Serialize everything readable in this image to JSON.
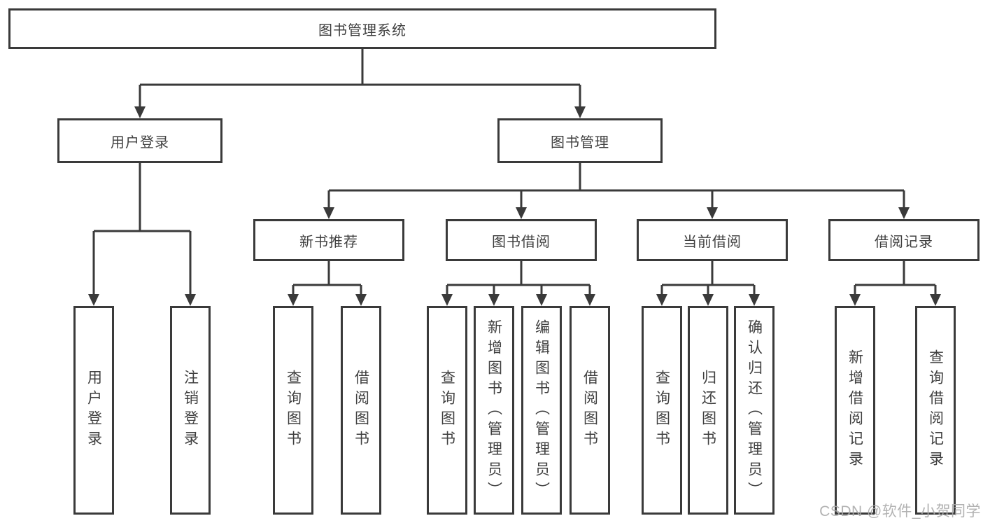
{
  "colors": {
    "background": "#ffffff",
    "line": "#3a3a3a",
    "box_border": "#3a3a3a",
    "text": "#3f3f3f",
    "watermark": "#aaaaaa"
  },
  "tree": {
    "root": {
      "label": "图书管理系统"
    },
    "branches": [
      {
        "label": "用户登录",
        "children": [
          {
            "label": "用户登录"
          },
          {
            "label": "注销登录"
          }
        ]
      },
      {
        "label": "图书管理",
        "groups": [
          {
            "label": "新书推荐",
            "children": [
              {
                "label": "查询图书"
              },
              {
                "label": "借阅图书"
              }
            ]
          },
          {
            "label": "图书借阅",
            "children": [
              {
                "label": "查询图书"
              },
              {
                "label": "新增图书（管理员）"
              },
              {
                "label": "编辑图书（管理员）"
              },
              {
                "label": "借阅图书"
              }
            ]
          },
          {
            "label": "当前借阅",
            "children": [
              {
                "label": "查询图书"
              },
              {
                "label": "归还图书"
              },
              {
                "label": "确认归还（管理员）"
              }
            ]
          },
          {
            "label": "借阅记录",
            "children": [
              {
                "label": "新增借阅记录"
              },
              {
                "label": "查询借阅记录"
              }
            ]
          }
        ]
      }
    ]
  },
  "watermark": {
    "text": "CSDN @软件_小贺同学"
  }
}
